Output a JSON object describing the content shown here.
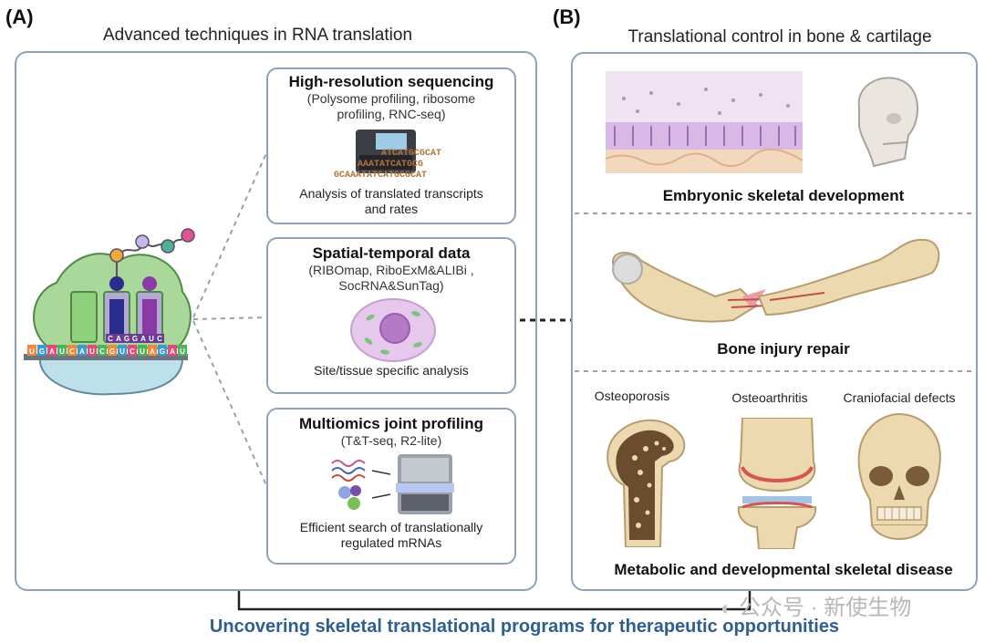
{
  "panel_a": {
    "letter": "(A)",
    "heading": "Advanced techniques in RNA translation",
    "mrna_codons": [
      "U",
      "G",
      "A",
      "U",
      "C",
      "A",
      "U",
      "C",
      "G",
      "U",
      "C",
      "U",
      "A",
      "G",
      "A",
      "U"
    ],
    "trna_anticodons": [
      "C",
      "A",
      "G",
      "G",
      "A",
      "U",
      "C"
    ],
    "cards": [
      {
        "title": "High-resolution sequencing",
        "subtitle": "(Polysome profiling, ribosome profiling, RNC-seq)",
        "seq_lines": [
          "ATCATGCGCAT",
          "AAATATCATGCG",
          "GCAAATATCATGCGCAT"
        ],
        "caption": "Analysis of translated transcripts and rates"
      },
      {
        "title": "Spatial-temporal data",
        "subtitle": "(RIBOmap, RiboExM&ALIBi , SocRNA&SunTag)",
        "caption": "Site/tissue specific analysis"
      },
      {
        "title": "Multiomics joint profiling",
        "subtitle": "(T&T-seq, R2-lite)",
        "caption": "Efficient search of translationally regulated mRNAs"
      }
    ]
  },
  "panel_b": {
    "letter": "(B)",
    "heading": "Translational  control in bone & cartilage",
    "sections": [
      {
        "title": "Embryonic skeletal development"
      },
      {
        "title": "Bone injury repair"
      },
      {
        "title": "Metabolic and developmental skeletal disease",
        "diseases": [
          "Osteoporosis",
          "Osteoarthritis",
          "Craniofacial defects"
        ]
      }
    ]
  },
  "bottom_title": "Uncovering skeletal translational programs for therapeutic opportunities",
  "watermark": "公众号 · 新使生物",
  "colors": {
    "frame": "#8ea2be",
    "bottom_title": "#2f5e95",
    "ribosome_large": "#a9d89a",
    "ribosome_small": "#bde0ea",
    "cell": "#e6c8ec",
    "bone": "#ecd9b0"
  }
}
